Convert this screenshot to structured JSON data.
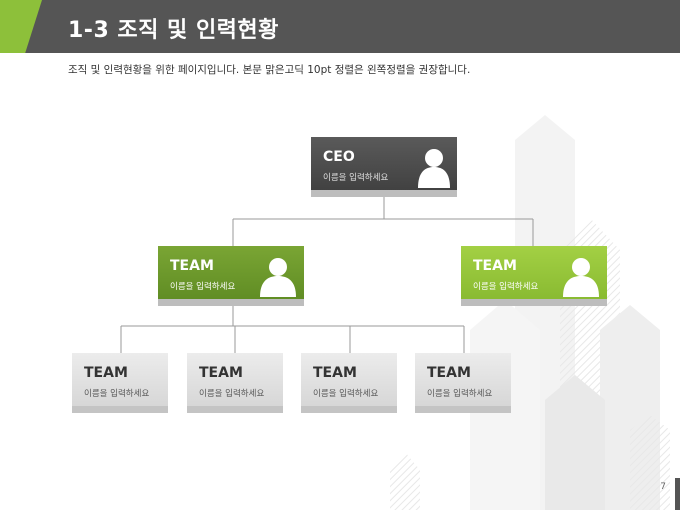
{
  "header": {
    "title": "1-3 조직 및 인력현황"
  },
  "subtitle": "조직 및 인력현황을 위한 페이지입니다. 본문 맑은고딕 10pt 정렬은 왼쪽정렬을 권장합니다.",
  "colors": {
    "dark": "#555555",
    "green": "#6e9a2a",
    "light_green": "#97c83b",
    "gray": "#dcdcdc"
  },
  "org": {
    "ceo": {
      "label": "CEO",
      "sub": "이름을 입력하세요"
    },
    "teams": [
      {
        "label": "TEAM",
        "sub": "이름을 입력하세요"
      },
      {
        "label": "TEAM",
        "sub": "이름을 입력하세요"
      }
    ],
    "subteams": [
      {
        "label": "TEAM",
        "sub": "이름을 입력하세요"
      },
      {
        "label": "TEAM",
        "sub": "이름을 입력하세요"
      },
      {
        "label": "TEAM",
        "sub": "이름을 입력하세요"
      },
      {
        "label": "TEAM",
        "sub": "이름을 입력하세요"
      }
    ]
  },
  "page_number": "7"
}
